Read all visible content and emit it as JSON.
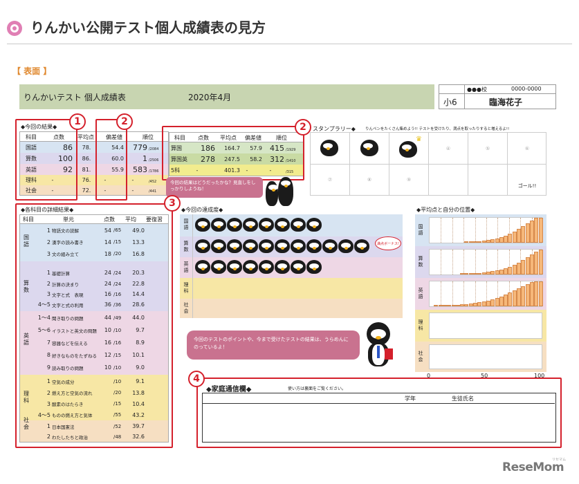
{
  "article": {
    "title": "りんかい公開テスト個人成績表の見方",
    "section": "【 表面 】",
    "watermark": "ReseMom",
    "watermark_small": "リセマム"
  },
  "header": {
    "title": "りんかいテスト 個人成績表",
    "date": "2020年4月",
    "school": "●●●校",
    "student_id": "0000-0000",
    "grade": "小6",
    "student_name": "臨海花子"
  },
  "results": {
    "heading": "◆今回の結果◆",
    "headers": [
      "科目",
      "点数",
      "平均点",
      "偏差値",
      "順位"
    ],
    "rows": [
      {
        "subject": "国語",
        "score": "86",
        "avg": "78.",
        "dev": "54.4",
        "rank": "779",
        "total": "/2084"
      },
      {
        "subject": "算数",
        "score": "100",
        "avg": "86.",
        "dev": "60.0",
        "rank": "1",
        "total": "/2506"
      },
      {
        "subject": "英語",
        "score": "92",
        "avg": "81.",
        "dev": "55.9",
        "rank": "583",
        "total": "/1786"
      },
      {
        "subject": "理科",
        "score": "-",
        "avg": "76.",
        "dev": "-",
        "rank": "-",
        "total": "/452"
      },
      {
        "subject": "社会",
        "score": "-",
        "avg": "72.",
        "dev": "-",
        "rank": "-",
        "total": "/441"
      }
    ]
  },
  "combined": {
    "headers": [
      "科目",
      "点数",
      "平均点",
      "偏差値",
      "順位"
    ],
    "rows": [
      {
        "subject": "算国",
        "score": "186",
        "avg": "164.7",
        "dev": "57.9",
        "rank": "415",
        "total": "/1929"
      },
      {
        "subject": "算国英",
        "score": "278",
        "avg": "247.5",
        "dev": "58.2",
        "rank": "312",
        "total": "/1410"
      },
      {
        "subject": "5科",
        "score": "-",
        "avg": "401.3",
        "dev": "-",
        "rank": "-",
        "total": "/315"
      }
    ]
  },
  "stamp": {
    "heading": "スタンプラリー◆",
    "note": "りんペンをたくさん集めよう!! テストを受けたり、満点を取ったりすると増えるよ!!",
    "cells": [
      "",
      "",
      "",
      "④",
      "⑤",
      "⑥",
      "⑦",
      "⑧",
      "⑨",
      "",
      "",
      "ゴール!!"
    ]
  },
  "speech1": "今回の結果はどうだったかな？見直しをしっかりしようね！",
  "speech2": "今回のテストのポイントや、今まで受けたテストの結果は、うらめんにのっているよ！",
  "detail": {
    "heading": "◆各科目の詳細結果◆",
    "headers": [
      "科目",
      "単元",
      "点数",
      "平均",
      "要復習"
    ],
    "groups": [
      {
        "subject": "国語",
        "rows": [
          [
            "1",
            "物語文の読解",
            "54",
            "/65",
            "49.0"
          ],
          [
            "2",
            "漢字の読み書き",
            "14",
            "/15",
            "13.3"
          ],
          [
            "3",
            "文の組み立て",
            "18",
            "/20",
            "16.8"
          ]
        ]
      },
      {
        "subject": "算数",
        "rows": [
          [
            "1",
            "基礎計算",
            "24",
            "/24",
            "20.3"
          ],
          [
            "2",
            "計算の決まり",
            "24",
            "/24",
            "22.8"
          ],
          [
            "3",
            "文字と式　表現",
            "16",
            "/16",
            "14.4"
          ],
          [
            "4〜5",
            "文字と式の利用",
            "36",
            "/36",
            "28.6"
          ]
        ]
      },
      {
        "subject": "英語",
        "rows": [
          [
            "1〜4",
            "聞き取りの問題",
            "44",
            "/49",
            "44.0"
          ],
          [
            "5〜6",
            "イラストと英文の問題",
            "10",
            "/10",
            "9.7"
          ],
          [
            "7",
            "容器などを伝える",
            "16",
            "/16",
            "8.9"
          ],
          [
            "8",
            "好きなものをたずねる",
            "12",
            "/15",
            "10.1"
          ],
          [
            "9",
            "読み取りの問題",
            "10",
            "/10",
            "9.0"
          ]
        ]
      },
      {
        "subject": "理科",
        "rows": [
          [
            "1",
            "空気の成分",
            "",
            "/10",
            "9.1"
          ],
          [
            "2",
            "燃え方と空気の流れ",
            "",
            "/20",
            "13.8"
          ],
          [
            "3",
            "酸素のはたらき",
            "",
            "/15",
            "10.4"
          ],
          [
            "4〜5",
            "ものの燃え方と気体",
            "",
            "/55",
            "43.2"
          ]
        ]
      },
      {
        "subject": "社会",
        "rows": [
          [
            "1",
            "日本国憲法",
            "",
            "/52",
            "39.7"
          ],
          [
            "2",
            "わたしたちと政治",
            "",
            "/48",
            "32.6"
          ]
        ]
      }
    ]
  },
  "achievement": {
    "heading": "◆今回の達成度◆",
    "subjects": [
      "国語",
      "算数",
      "英語",
      "理科",
      "社会"
    ],
    "counts": [
      8,
      11,
      8,
      0,
      0
    ],
    "note": "満点ボーナス!"
  },
  "position": {
    "heading": "◆平均点と自分の位置◆",
    "subjects": [
      "国語",
      "算数",
      "英語",
      "理科",
      "社会"
    ],
    "axis": [
      "0",
      "50",
      "100"
    ]
  },
  "family": {
    "heading": "◆家庭通信欄◆",
    "note": "使い方は裏面をご覧ください。",
    "grade_label": "学年",
    "name_label": "生徒氏名"
  },
  "badges": [
    "1",
    "2",
    "2",
    "3",
    "4"
  ]
}
